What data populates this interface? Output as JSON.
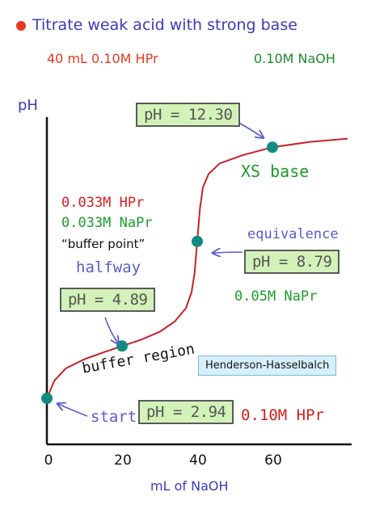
{
  "header": {
    "title": "Titrate weak acid with strong base",
    "acid_label": "40 mL 0.10M HPr",
    "base_label": "0.10M NaOH",
    "bullet_color": "#e8371e"
  },
  "chart_data": {
    "type": "line",
    "xlabel": "mL of NaOH",
    "ylabel": "pH",
    "x_ticks": [
      "0",
      "20",
      "40",
      "60"
    ],
    "xlim": [
      0,
      80
    ],
    "curve_color": "#c8222a",
    "marker_color": "#0f8c80",
    "points": [
      {
        "x": 0,
        "y": 2.94
      },
      {
        "x": 20,
        "y": 4.89
      },
      {
        "x": 40,
        "y": 8.79
      },
      {
        "x": 60,
        "y": 12.3
      }
    ],
    "annotations": {
      "start_label": "start",
      "start_ph": "pH = 2.94",
      "start_species": "0.10M HPr",
      "halfway_label": "halfway",
      "halfway_ph": "pH = 4.89",
      "buffer_acid": "0.033M HPr",
      "buffer_salt": "0.033M NaPr",
      "buffer_point": "“buffer point”",
      "buffer_region": "buffer region",
      "equivalence_label": "equivalence",
      "equivalence_ph": "pH = 8.79",
      "equivalence_species": "0.05M NaPr",
      "xs_ph": "pH = 12.30",
      "xs_label": "XS base",
      "method": "Henderson-Hasselbalch"
    }
  }
}
